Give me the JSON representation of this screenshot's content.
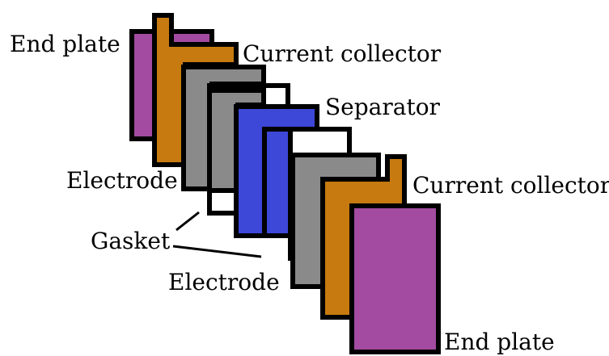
{
  "labels": {
    "end_plate_top": "End plate",
    "current_collector_top": "Current collector",
    "separator": "Separator",
    "electrode_left": "Electrode",
    "current_collector_bottom": "Current collector",
    "gasket": "Gasket",
    "electrode_bottom": "Electrode",
    "end_plate_bottom": "End plate"
  },
  "colors": {
    "end_plate": "#a24ba0",
    "current_collector": "#c67a0f",
    "electrode": "#8a8a8a",
    "separator": "#3d47d8",
    "gasket": "#ffffff",
    "outline": "#000000"
  }
}
